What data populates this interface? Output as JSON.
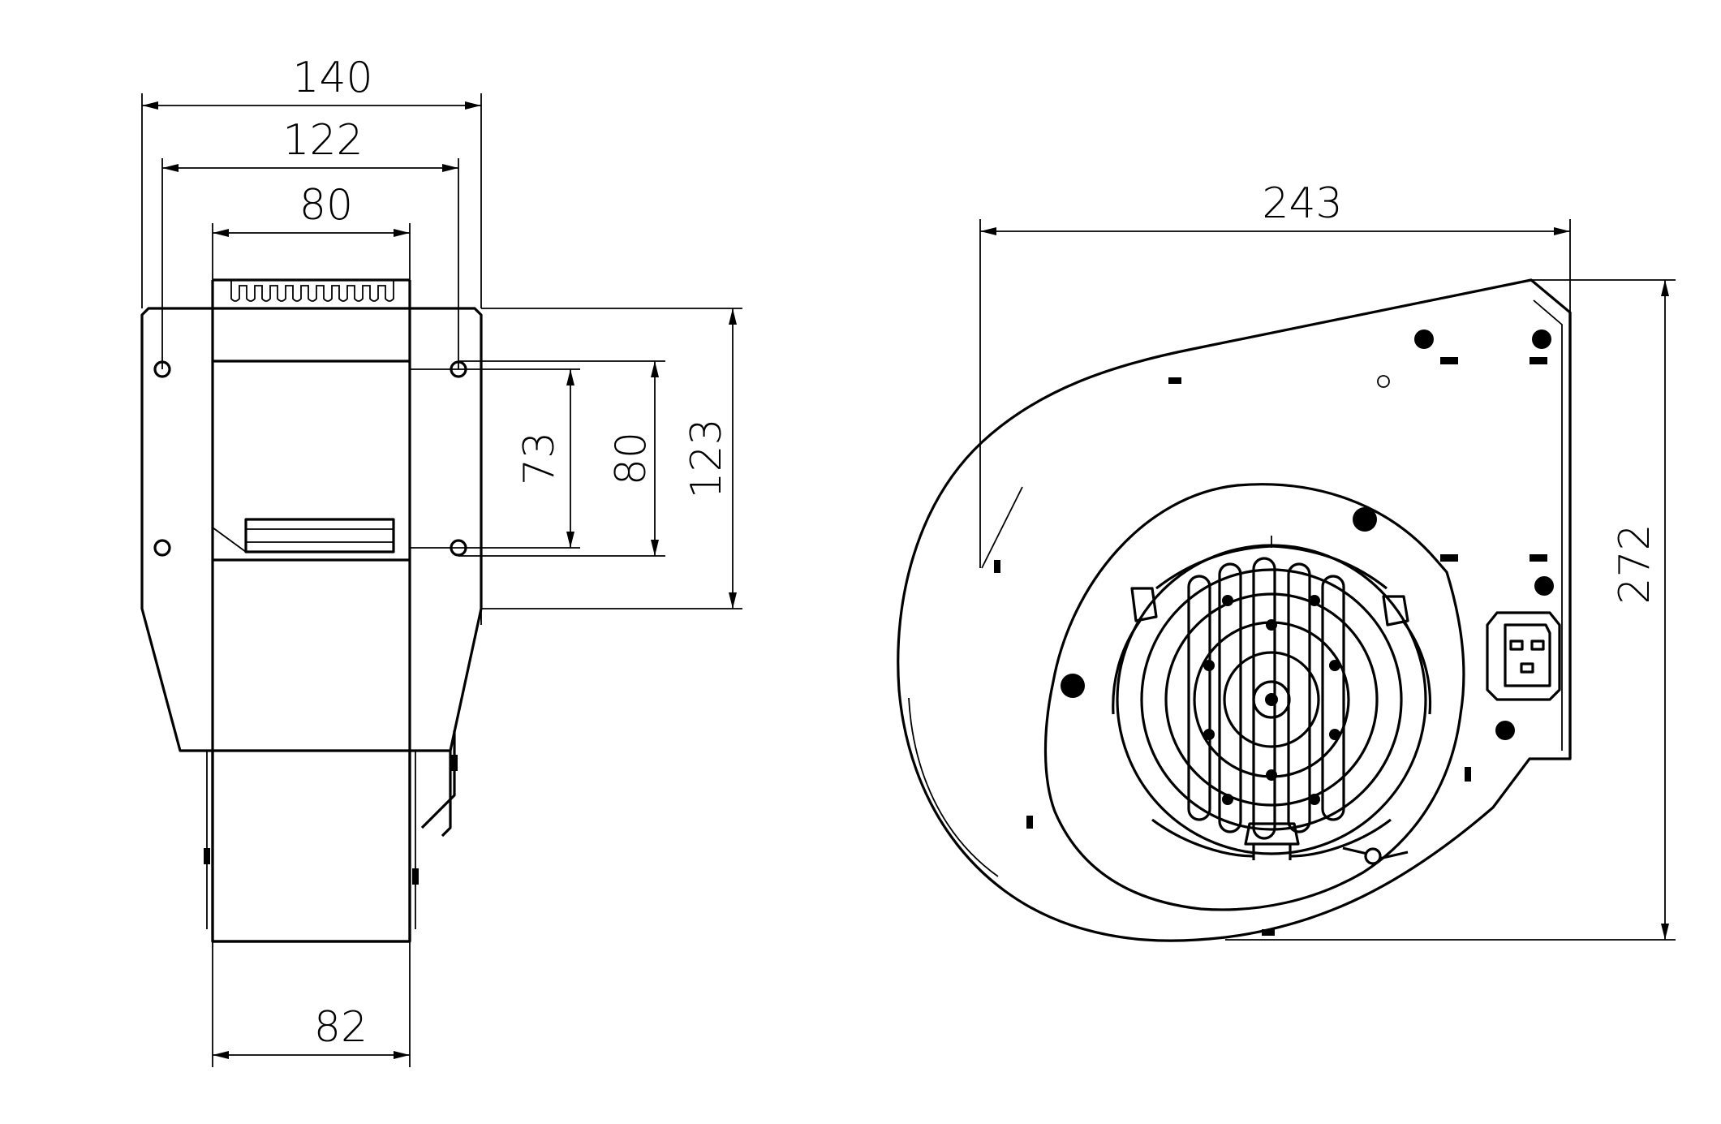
{
  "side_view": {
    "dims": {
      "width_140": "140",
      "width_122": "122",
      "width_80": "80",
      "width_82": "82",
      "height_73": "73",
      "height_80": "80",
      "height_123": "123"
    }
  },
  "front_view": {
    "dims": {
      "width_243": "243",
      "height_272": "272"
    }
  }
}
